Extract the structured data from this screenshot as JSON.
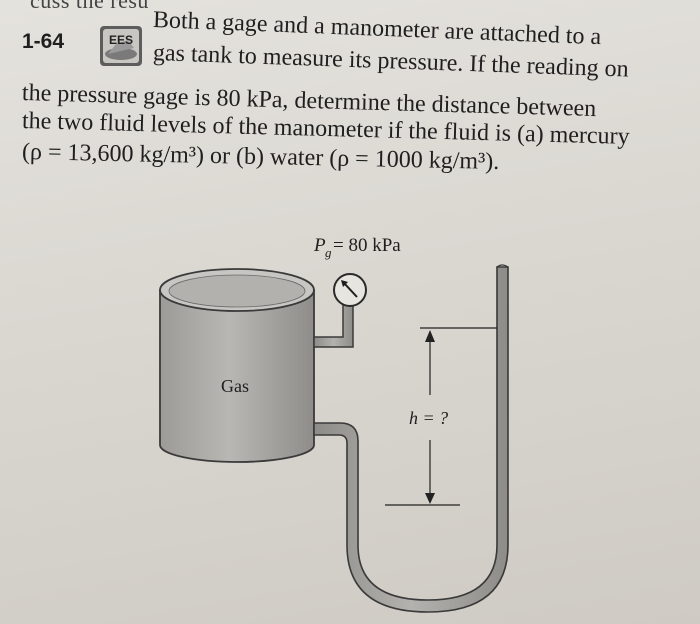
{
  "header_fragment": "cuss the resu",
  "problem": {
    "number": "1-64",
    "icon": "ees-software-icon",
    "icon_text": "EES",
    "lines": [
      "Both a gage and a manometer are attached to a",
      "gas tank to measure its pressure. If the reading on",
      "the pressure gage is 80 kPa, determine the distance between",
      "the two fluid levels of the manometer if the fluid is (a) mercury",
      "(ρ = 13,600 kg/m³) or (b) water (ρ = 1000 kg/m³)."
    ]
  },
  "figure": {
    "gage_label_base": "P",
    "gage_label_sub": "g",
    "gage_label_rest": " = 80 kPa",
    "tank_label": "Gas",
    "height_label": "h = ?"
  }
}
